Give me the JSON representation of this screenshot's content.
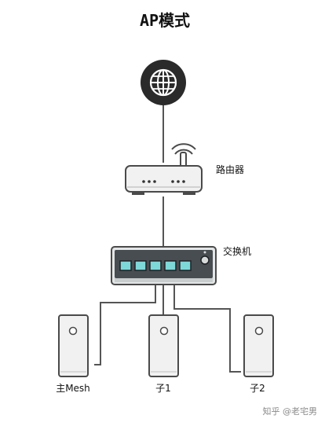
{
  "title": "AP模式",
  "devices": {
    "router_label": "路由器",
    "switch_label": "交换机",
    "nodes": [
      {
        "label": "主Mesh"
      },
      {
        "label": "子1"
      },
      {
        "label": "子2"
      }
    ]
  },
  "watermark": "知乎 @老宅男",
  "icons": {
    "internet": "globe-icon",
    "router": "router-icon",
    "switch": "switch-icon",
    "node": "mesh-node-icon"
  },
  "colors": {
    "line": "#555555",
    "device_fill": "#f1f1f1",
    "device_stroke": "#4a4a4a",
    "switch_body": "#e3e6e6",
    "switch_face": "#484d52",
    "port_fill": "#7fd8d8",
    "globe_fill": "#2a2a2a"
  }
}
